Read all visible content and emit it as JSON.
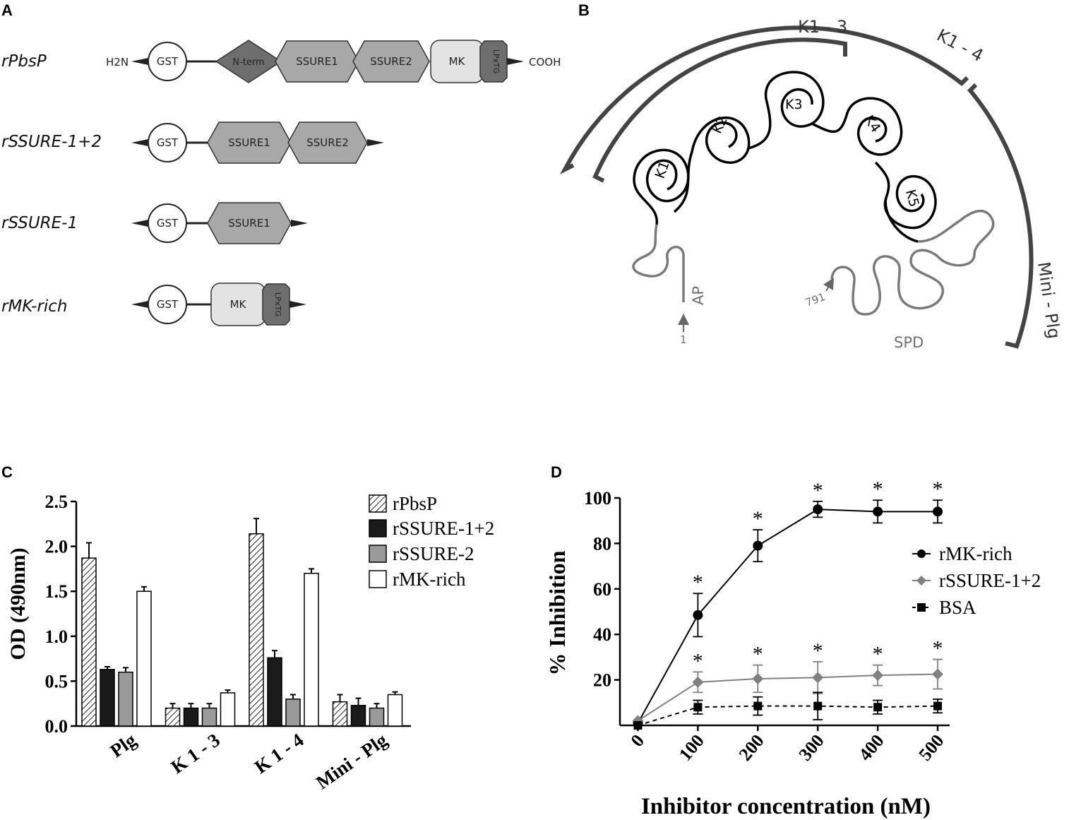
{
  "panels": {
    "A": "A",
    "B": "B",
    "C": "C",
    "D": "D"
  },
  "panelA": {
    "constructs": [
      {
        "name": "rPbsP",
        "n_terminus": "H2N",
        "c_terminus": "COOH",
        "domains": [
          {
            "label": "GST",
            "shape": "circle"
          },
          {
            "label": "N-term",
            "shape": "diamond"
          },
          {
            "label": "SSURE1",
            "shape": "hexagon"
          },
          {
            "label": "SSURE2",
            "shape": "hexagon"
          },
          {
            "label": "MK",
            "shape": "rounded-box"
          },
          {
            "label": "LPxTG",
            "shape": "anchor"
          }
        ]
      },
      {
        "name": "rSSURE-1+2",
        "domains": [
          {
            "label": "GST",
            "shape": "circle"
          },
          {
            "label": "SSURE1",
            "shape": "hexagon"
          },
          {
            "label": "SSURE2",
            "shape": "hexagon"
          }
        ]
      },
      {
        "name": "rSSURE-1",
        "domains": [
          {
            "label": "GST",
            "shape": "circle"
          },
          {
            "label": "SSURE1",
            "shape": "hexagon"
          }
        ]
      },
      {
        "name": "rMK-rich",
        "domains": [
          {
            "label": "GST",
            "shape": "circle"
          },
          {
            "label": "MK",
            "shape": "rounded-box"
          },
          {
            "label": "LPxTG",
            "shape": "anchor"
          }
        ]
      }
    ]
  },
  "panelB": {
    "kringles": [
      "K1",
      "K2",
      "K3",
      "K4",
      "K5"
    ],
    "brackets": [
      "K1 - 3",
      "K1 - 4",
      "Mini - Plg"
    ],
    "labels": {
      "ap": "AP",
      "spd": "SPD",
      "start": "1",
      "cleavage": "791"
    }
  },
  "chart_data": [
    {
      "type": "bar",
      "panel": "C",
      "ylabel": "OD (490nm)",
      "ylim": [
        0,
        2.5
      ],
      "yticks": [
        "0.0",
        "0.5",
        "1.0",
        "1.5",
        "2.0",
        "2.5"
      ],
      "categories": [
        "Plg",
        "K 1 - 3",
        "K 1 - 4",
        "Mini - Plg"
      ],
      "legend_position": "top-right",
      "series": [
        {
          "name": "rPbsP",
          "fill": "hatched",
          "values": [
            1.87,
            0.2,
            2.14,
            0.27
          ],
          "errors": [
            0.17,
            0.05,
            0.17,
            0.08
          ]
        },
        {
          "name": "rSSURE-1+2",
          "fill": "#1a1a1a",
          "values": [
            0.63,
            0.2,
            0.76,
            0.23
          ],
          "errors": [
            0.03,
            0.05,
            0.08,
            0.08
          ]
        },
        {
          "name": "rSSURE-2",
          "fill": "#9a9a9a",
          "values": [
            0.6,
            0.2,
            0.3,
            0.2
          ],
          "errors": [
            0.05,
            0.05,
            0.05,
            0.05
          ]
        },
        {
          "name": "rMK-rich",
          "fill": "#ffffff",
          "values": [
            1.5,
            0.37,
            1.7,
            0.35
          ],
          "errors": [
            0.05,
            0.03,
            0.05,
            0.03
          ]
        }
      ]
    },
    {
      "type": "line",
      "panel": "D",
      "xlabel": "Inhibitor concentration (nM)",
      "ylabel": "% Inhibition",
      "x": [
        0,
        100,
        200,
        300,
        400,
        500
      ],
      "xlim": [
        -30,
        520
      ],
      "ylim": [
        0,
        100
      ],
      "yticks": [
        "20",
        "40",
        "60",
        "80",
        "100"
      ],
      "xticks": [
        "0",
        "100",
        "200",
        "300",
        "400",
        "500"
      ],
      "legend_position": "right",
      "significance_marker": "*",
      "series": [
        {
          "name": "rMK-rich",
          "marker": "circle",
          "color": "#000000",
          "dashed": false,
          "values": [
            1,
            48.5,
            79,
            95,
            94,
            94
          ],
          "errors": [
            0,
            9.5,
            7,
            3.5,
            5,
            5
          ],
          "significant": [
            false,
            true,
            true,
            true,
            true,
            true
          ]
        },
        {
          "name": "rSSURE-1+2",
          "marker": "diamond",
          "color": "#808080",
          "dashed": false,
          "values": [
            2,
            19,
            20.5,
            21,
            22,
            22.5
          ],
          "errors": [
            0,
            4.5,
            6,
            7,
            4.5,
            6.5
          ],
          "significant": [
            false,
            true,
            true,
            true,
            true,
            true
          ]
        },
        {
          "name": "BSA",
          "marker": "square",
          "color": "#000000",
          "dashed": true,
          "values": [
            0,
            8,
            8.5,
            8.5,
            8,
            8.5
          ],
          "errors": [
            0,
            3,
            4,
            6,
            3,
            3
          ],
          "significant": [
            false,
            false,
            false,
            false,
            false,
            false
          ]
        }
      ]
    }
  ]
}
